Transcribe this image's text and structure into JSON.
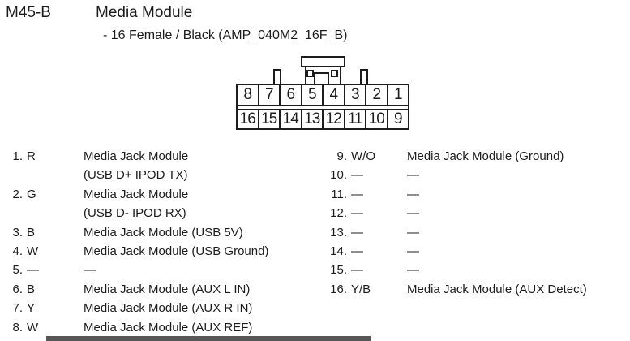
{
  "header": {
    "connector_id": "M45-B",
    "title": "Media Module",
    "subtitle": "- 16 Female / Black (AMP_040M2_16F_B)"
  },
  "connector": {
    "top_row": [
      "8",
      "7",
      "6",
      "5",
      "4",
      "3",
      "2",
      "1"
    ],
    "bottom_row": [
      "16",
      "15",
      "14",
      "13",
      "12",
      "11",
      "10",
      "9"
    ]
  },
  "pins": {
    "left": [
      {
        "num": "1.",
        "color": "R",
        "function": "Media Jack Module\n(USB D+ IPOD TX)"
      },
      {
        "num": "2.",
        "color": "G",
        "function": "Media Jack Module\n(USB D- IPOD RX)"
      },
      {
        "num": "3.",
        "color": "B",
        "function": "Media Jack Module (USB 5V)"
      },
      {
        "num": "4.",
        "color": "W",
        "function": "Media Jack Module (USB Ground)"
      },
      {
        "num": "5.",
        "color": "—",
        "function": "—"
      },
      {
        "num": "6.",
        "color": "B",
        "function": "Media Jack Module (AUX L IN)"
      },
      {
        "num": "7.",
        "color": "Y",
        "function": "Media Jack Module (AUX R IN)"
      },
      {
        "num": "8.",
        "color": "W",
        "function": "Media Jack Module (AUX REF)"
      }
    ],
    "right": [
      {
        "num": "9.",
        "color": "W/O",
        "function": "Media Jack Module (Ground)"
      },
      {
        "num": "10.",
        "color": "—",
        "function": "—"
      },
      {
        "num": "11.",
        "color": "—",
        "function": "—"
      },
      {
        "num": "12.",
        "color": "—",
        "function": "—"
      },
      {
        "num": "13.",
        "color": "—",
        "function": "—"
      },
      {
        "num": "14.",
        "color": "—",
        "function": "—"
      },
      {
        "num": "15.",
        "color": "—",
        "function": "—"
      },
      {
        "num": "16.",
        "color": "Y/B",
        "function": "Media Jack Module (AUX Detect)"
      }
    ]
  }
}
